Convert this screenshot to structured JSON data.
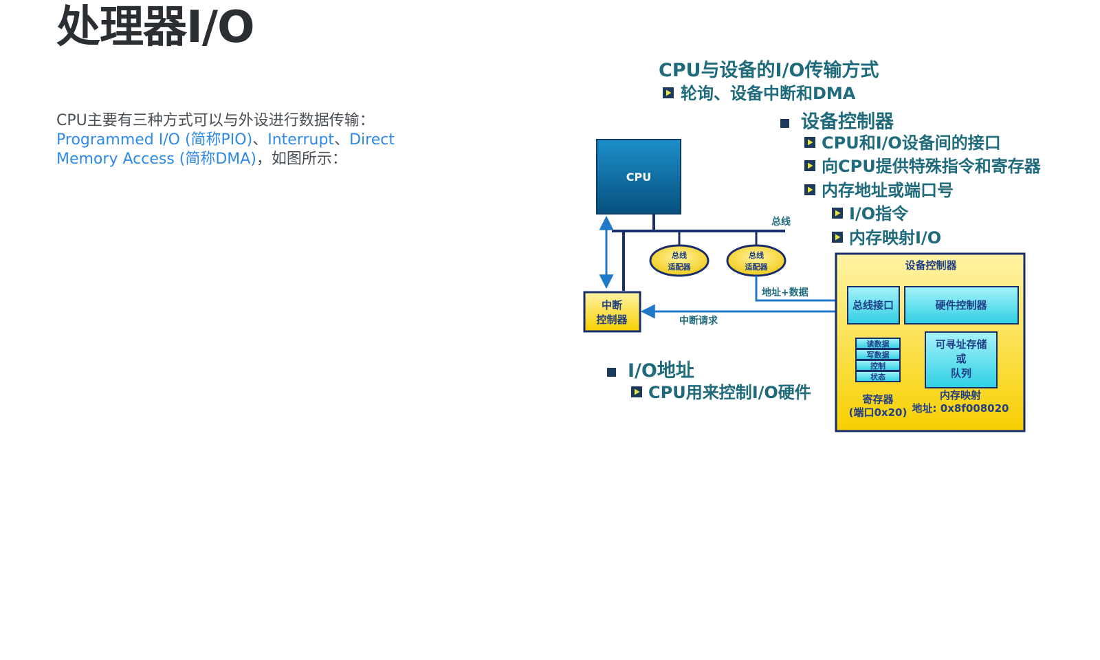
{
  "page": {
    "title": "处理器I/O",
    "intro": {
      "line1": "CPU主要有三种方式可以与外设进行数据传输：",
      "pio": "Programmed I/O (简称PIO)",
      "sep1": "、",
      "interrupt": "Interrupt",
      "sep2": "、",
      "dma": "Direct Memory Access (简称DMA)",
      "tail": "，如图所示："
    }
  },
  "diagram": {
    "heading": "CPU与设备的I/O传输方式",
    "heading_bullet": "轮询、设备中断和DMA",
    "controller_section": {
      "title": "设备控制器",
      "bullets": [
        "CPU和I/O设备间的接口",
        "向CPU提供特殊指令和寄存器",
        "内存地址或端口号"
      ],
      "sub_bullets": [
        "I/O指令",
        "内存映射I/O"
      ]
    },
    "io_address_section": {
      "title": "I/O地址",
      "bullet": "CPU用来控制I/O硬件"
    },
    "cpu_label": "CPU",
    "bus_label": "总线",
    "bus_adapter_line1": "总线",
    "bus_adapter_line2": "适配器",
    "interrupt_controller_line1": "中断",
    "interrupt_controller_line2": "控制器",
    "addr_data_label": "地址+数据",
    "interrupt_request_label": "中断请求",
    "device_controller": {
      "title": "设备控制器",
      "bus_interface": "总线接口",
      "hardware_controller": "硬件控制器",
      "registers": [
        "读数据",
        "写数据",
        "控制",
        "状态"
      ],
      "register_caption_line1": "寄存器",
      "register_caption_line2": "(端口0x20)",
      "storage_line1": "可寻址存储",
      "storage_line2": "或",
      "storage_line3": "队列",
      "memmap_line1": "内存映射",
      "memmap_line2": "地址: 0x8f008020"
    },
    "colors": {
      "text_teal": "#1f6b7c",
      "cpu_blue": "#0a6fa8",
      "bus_navy": "#1a2e6b",
      "arrow_blue": "#1f78c8",
      "yellow_box": "#fbe36a",
      "cyan_box": "#5fe0ee"
    }
  }
}
